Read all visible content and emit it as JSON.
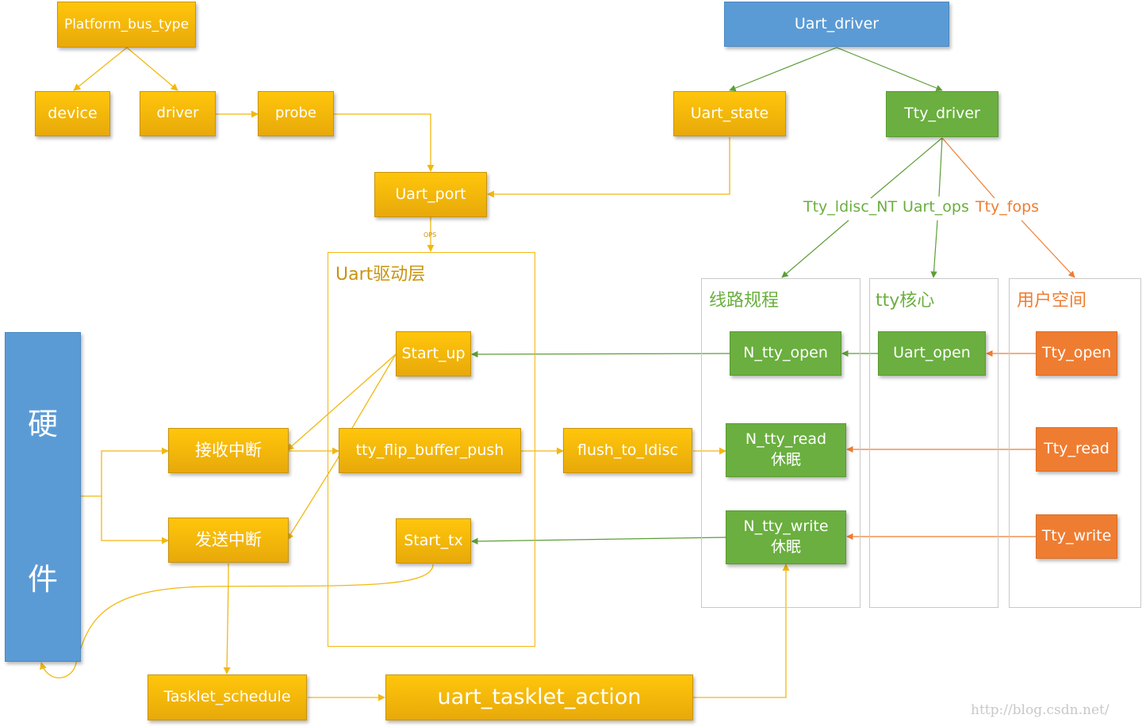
{
  "nodes": {
    "platform_bus_type": "Platform_bus_type",
    "device": "device",
    "driver": "driver",
    "probe": "probe",
    "uart_driver": "Uart_driver",
    "uart_state": "Uart_state",
    "tty_driver": "Tty_driver",
    "uart_port": "Uart_port",
    "start_up": "Start_up",
    "tty_flip_buffer_push": "tty_flip_buffer_push",
    "start_tx": "Start_tx",
    "flush_to_ldisc": "flush_to_ldisc",
    "n_tty_open": "N_tty_open",
    "n_tty_read": "N_tty_read",
    "n_tty_write": "N_tty_write",
    "sleep": "休眠",
    "uart_open": "Uart_open",
    "tty_open": "Tty_open",
    "tty_read": "Tty_read",
    "tty_write": "Tty_write",
    "rx_interrupt": "接收中断",
    "tx_interrupt": "发送中断",
    "tasklet_schedule": "Tasklet_schedule",
    "uart_tasklet_action": "uart_tasklet_action",
    "hardware_1": "硬",
    "hardware_2": "件"
  },
  "groups": {
    "uart_layer": "Uart驱动层",
    "line_discipline": "线路规程",
    "tty_core": "tty核心",
    "user_space": "用户空间"
  },
  "labels": {
    "ops": "OPS",
    "tty_ldisc": "Tty_ldisc_NT",
    "uart_ops": "Uart_ops",
    "tty_fops": "Tty_fops"
  },
  "watermark": "http://blog.csdn.net/",
  "colors": {
    "yellow": "#ffc60b",
    "green": "#6aaf3f",
    "orange": "#ef7d31",
    "blue": "#5b9bd5"
  }
}
